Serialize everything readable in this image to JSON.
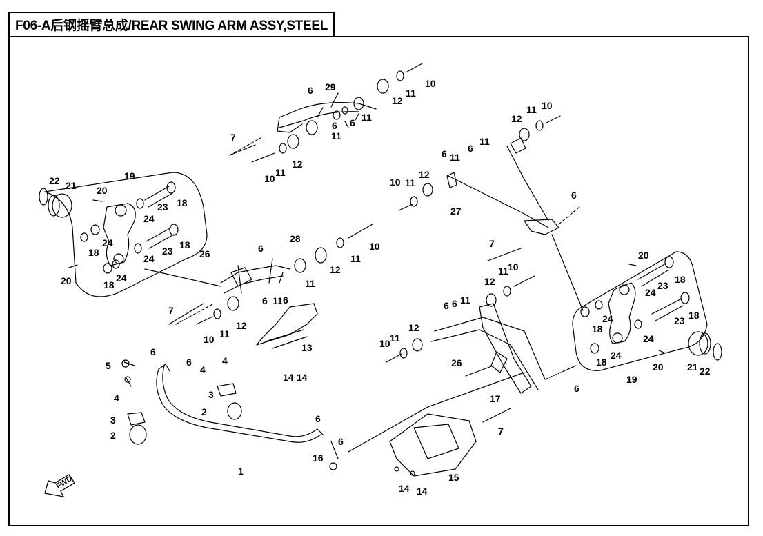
{
  "title": "F06-A后钢摇臂总成/REAR SWING ARM ASSY,STEEL",
  "direction_mark": "FWD",
  "callouts": [
    "1",
    "2",
    "3",
    "4",
    "5",
    "6",
    "7",
    "10",
    "11",
    "12",
    "13",
    "14",
    "15",
    "16",
    "17",
    "18",
    "19",
    "20",
    "21",
    "22",
    "23",
    "24",
    "26",
    "27",
    "28",
    "29"
  ]
}
